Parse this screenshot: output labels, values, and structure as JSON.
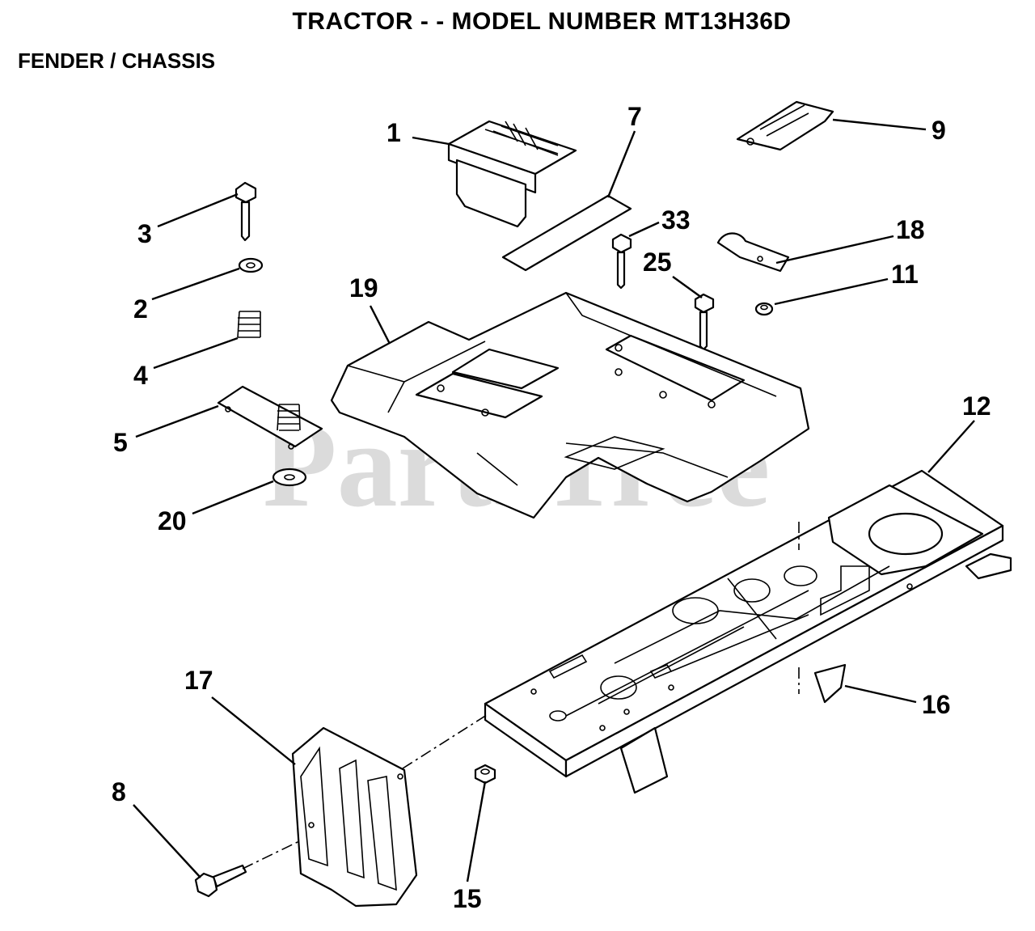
{
  "header": {
    "title": "TRACTOR - - MODEL NUMBER MT13H36D",
    "section": "FENDER / CHASSIS"
  },
  "watermark": "PartsTree",
  "callouts": {
    "p1": "1",
    "p2": "2",
    "p3": "3",
    "p4": "4",
    "p5": "5",
    "p7": "7",
    "p8": "8",
    "p9": "9",
    "p11": "11",
    "p12": "12",
    "p15": "15",
    "p16": "16",
    "p17": "17",
    "p18": "18",
    "p19": "19",
    "p20": "20",
    "p25": "25",
    "p33": "33"
  }
}
